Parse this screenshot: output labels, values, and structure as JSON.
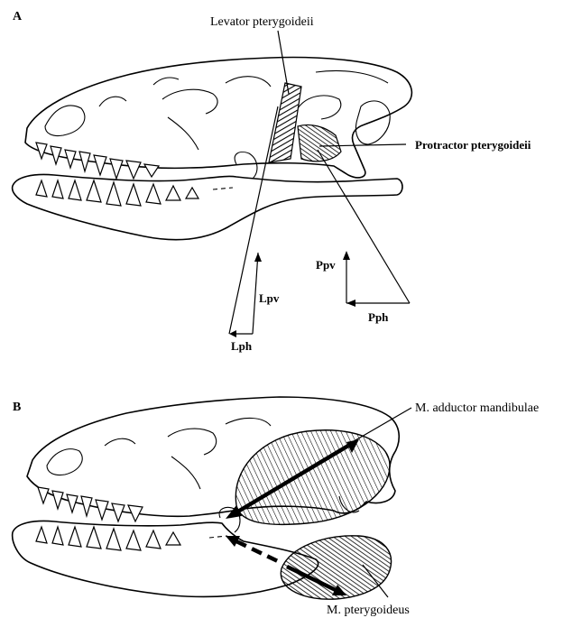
{
  "panel_a": {
    "letter": "A",
    "labels": {
      "levator": "Levator pterygoideii",
      "protractor": "Protractor pterygoideii",
      "lpv": "Lpv",
      "lph": "Lph",
      "ppv": "Ppv",
      "pph": "Pph"
    }
  },
  "panel_b": {
    "letter": "B",
    "labels": {
      "adductor": "M. adductor mandibulae",
      "pterygoideus": "M. pterygoideus"
    }
  }
}
